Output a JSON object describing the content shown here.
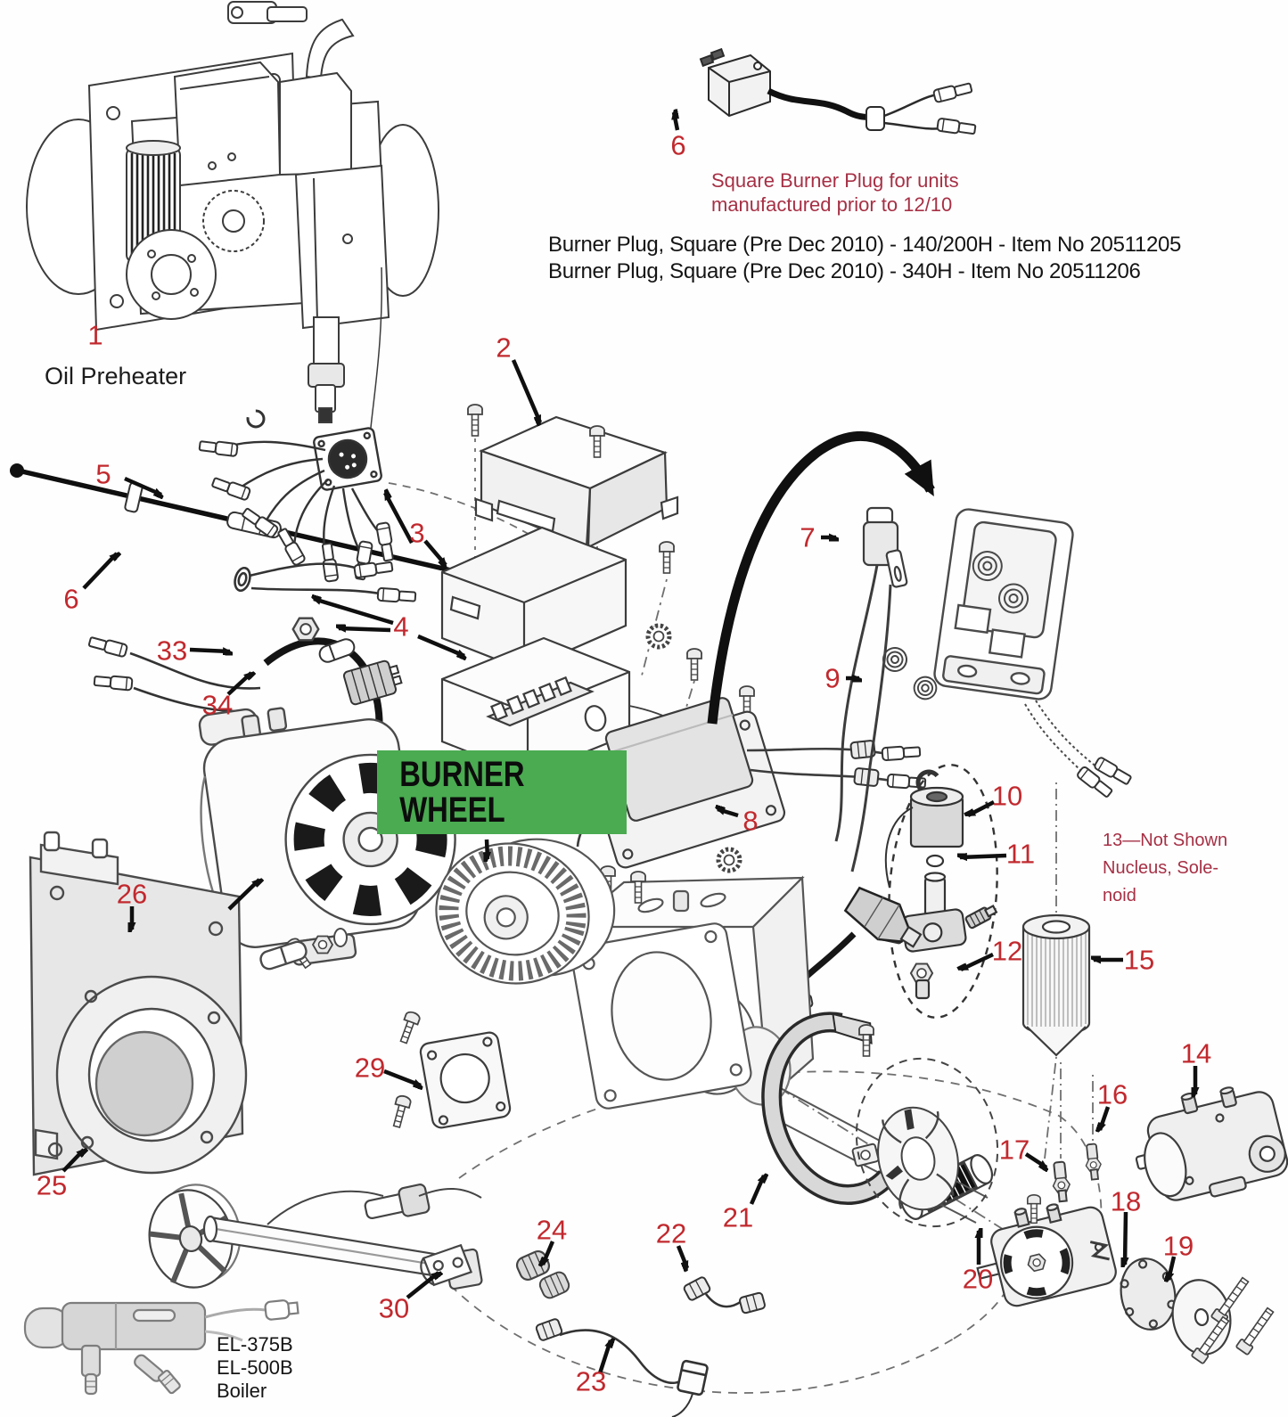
{
  "colors": {
    "callout_red": "#c1292e",
    "note_red": "#a63045",
    "green_bg": "#4aab51",
    "diagram_line": "#3c3c3c"
  },
  "title_block": {
    "plug_note_line1": "Square Burner Plug for units",
    "plug_note_line2": "manufactured prior to 12/10",
    "item_line1": "Burner Plug, Square (Pre Dec 2010) - 140/200H - Item No 20511205",
    "item_line2": "Burner Plug, Square (Pre Dec 2010) - 340H - Item No 20511206"
  },
  "labels": {
    "oil_preheater": "Oil Preheater",
    "burner_wheel": "BURNER WHEEL",
    "not_shown": {
      "line1": "13—Not Shown",
      "line2": "Nucleus, Sole-",
      "line3": "noid"
    },
    "boiler": {
      "line1": "EL-375B",
      "line2": "EL-500B",
      "line3": "Boiler"
    }
  },
  "callouts": [
    {
      "n": "1"
    },
    {
      "n": "2"
    },
    {
      "n": "3"
    },
    {
      "n": "4"
    },
    {
      "n": "5"
    },
    {
      "n": "6"
    },
    {
      "n": "6"
    },
    {
      "n": "7"
    },
    {
      "n": "8"
    },
    {
      "n": "9"
    },
    {
      "n": "10"
    },
    {
      "n": "11"
    },
    {
      "n": "12"
    },
    {
      "n": "14"
    },
    {
      "n": "15"
    },
    {
      "n": "16"
    },
    {
      "n": "17"
    },
    {
      "n": "18"
    },
    {
      "n": "19"
    },
    {
      "n": "20"
    },
    {
      "n": "21"
    },
    {
      "n": "22"
    },
    {
      "n": "23"
    },
    {
      "n": "24"
    },
    {
      "n": "25"
    },
    {
      "n": "26"
    },
    {
      "n": "29"
    },
    {
      "n": "30"
    },
    {
      "n": "33"
    },
    {
      "n": "34"
    }
  ]
}
